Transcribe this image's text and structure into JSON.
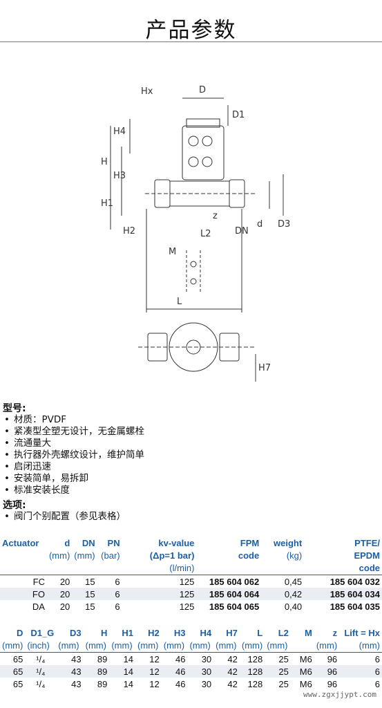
{
  "title": "产品参数",
  "drawing_labels": {
    "hx": "Hx",
    "d_top": "D",
    "d1": "D1",
    "h4": "H4",
    "h_big": "H",
    "h3": "H3",
    "h1": "H1",
    "h2": "H2",
    "z": "z",
    "l2": "L2",
    "dn": "DN",
    "d_small": "d",
    "d3": "D3",
    "m": "M",
    "l": "L",
    "h7": "H7"
  },
  "model_heading": "型号:",
  "model_items": [
    "材质：PVDF",
    "紧凑型全塑无设计，无金属螺栓",
    "流通量大",
    "执行器外壳螺纹设计，维护简单",
    "启闭迅速",
    "安装简单，易拆卸",
    "标准安装长度"
  ],
  "options_heading": "选项:",
  "options_items": [
    "阀门个别配置（参见表格）"
  ],
  "table1": {
    "headers": [
      "Actuator",
      "d",
      "DN",
      "PN",
      "kv-value",
      "FPM",
      "weight",
      "PTFE/"
    ],
    "headers2": [
      "",
      "",
      "",
      "",
      "(Δp=1 bar)",
      "code",
      "",
      "EPDM"
    ],
    "headers3": [
      "",
      "",
      "",
      "",
      "",
      "",
      "",
      "code"
    ],
    "units": [
      "",
      "(mm)",
      "(mm)",
      "(bar)",
      "",
      "",
      "(kg)",
      ""
    ],
    "units2": [
      "",
      "",
      "",
      "",
      "(l/min)",
      "",
      "",
      ""
    ],
    "rows": [
      [
        "FC",
        "20",
        "15",
        "6",
        "125",
        "185 604 062",
        "0,45",
        "185 604 032"
      ],
      [
        "FO",
        "20",
        "15",
        "6",
        "125",
        "185 604 064",
        "0,42",
        "185 604 034"
      ],
      [
        "DA",
        "20",
        "15",
        "6",
        "125",
        "185 604 065",
        "0,40",
        "185 604 035"
      ]
    ]
  },
  "table2": {
    "headers": [
      "D",
      "D1_G",
      "D3",
      "H",
      "H1",
      "H2",
      "H3",
      "H4",
      "H7",
      "L",
      "L2",
      "M",
      "z",
      "Lift = Hx"
    ],
    "units": [
      "(mm)",
      "(inch)",
      "(mm)",
      "(mm)",
      "(mm)",
      "(mm)",
      "(mm)",
      "(mm)",
      "(mm)",
      "(mm)",
      "(mm)",
      "",
      "(mm)",
      "(mm)"
    ],
    "rows": [
      [
        "65",
        "¹/₄",
        "43",
        "89",
        "14",
        "12",
        "46",
        "30",
        "42",
        "128",
        "25",
        "M6",
        "96",
        "6"
      ],
      [
        "65",
        "¹/₄",
        "43",
        "89",
        "14",
        "12",
        "46",
        "30",
        "42",
        "128",
        "25",
        "M6",
        "96",
        "6"
      ],
      [
        "65",
        "¹/₄",
        "43",
        "89",
        "14",
        "12",
        "46",
        "30",
        "42",
        "128",
        "25",
        "M6",
        "96",
        "6"
      ]
    ]
  },
  "watermark": "www.zgxjjypt.com"
}
